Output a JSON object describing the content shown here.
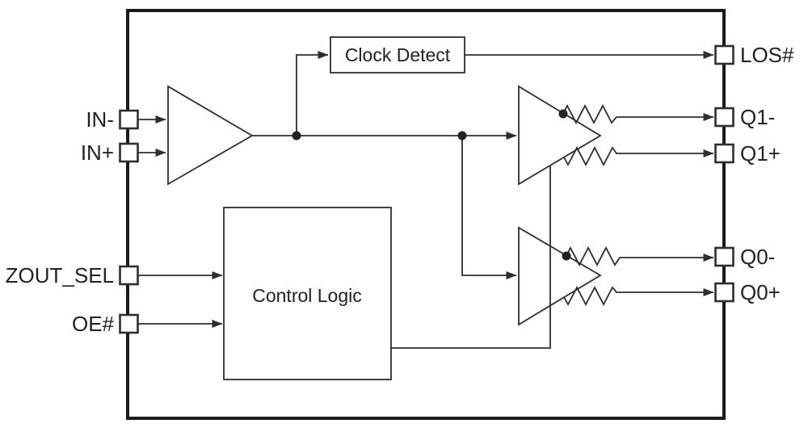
{
  "diagram": {
    "type": "ic-functional-block-diagram",
    "background_color": "#ffffff",
    "line_color": "#2e2e2e",
    "chip_border_color": "#1a1a1a",
    "blocks": {
      "clock_detect": "Clock Detect",
      "control_logic": "Control Logic"
    },
    "pins": {
      "left": [
        {
          "id": "in_minus",
          "label": "IN-"
        },
        {
          "id": "in_plus",
          "label": "IN+"
        },
        {
          "id": "zout_sel",
          "label": "ZOUT_SEL"
        },
        {
          "id": "oe",
          "label": "OE#"
        }
      ],
      "right": [
        {
          "id": "los",
          "label": "LOS#"
        },
        {
          "id": "q1_minus",
          "label": "Q1-"
        },
        {
          "id": "q1_plus",
          "label": "Q1+"
        },
        {
          "id": "q0_minus",
          "label": "Q0-"
        },
        {
          "id": "q0_plus",
          "label": "Q0+"
        }
      ]
    }
  }
}
